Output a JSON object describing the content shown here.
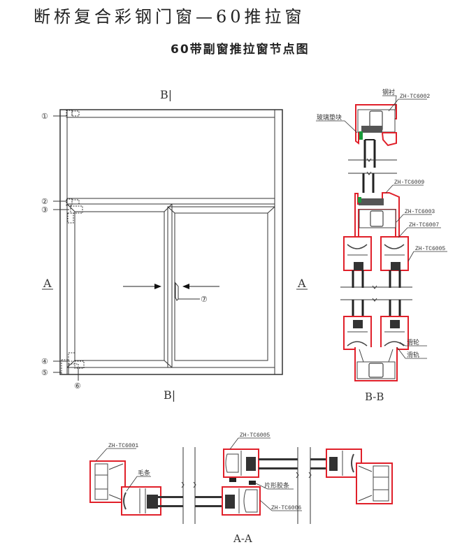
{
  "header": {
    "title": "断桥复合彩钢门窗—60推拉窗",
    "subtitle": "60带副窗推拉窗节点图"
  },
  "elevation": {
    "section_mark_top": "B|",
    "section_mark_bottom": "B|",
    "section_mark_left": "A",
    "section_mark_right": "A",
    "callouts": [
      "①",
      "②",
      "③",
      "④",
      "⑤",
      "⑥",
      "⑦"
    ]
  },
  "section_bb": {
    "caption": "B-B",
    "labels": {
      "steel_lining": "钢衬",
      "glass_block": "玻璃垫块",
      "profile_1": "ZH-TC6002",
      "profile_2": "ZH-TC6009",
      "profile_3": "ZH-TC6003",
      "profile_4": "ZH-TC6007",
      "profile_5": "ZH-TC6005",
      "pulley": "滑轮",
      "track": "滑轨"
    }
  },
  "section_aa": {
    "caption": "A-A",
    "labels": {
      "profile_1": "ZH-TC6001",
      "profile_2": "ZH-TC6005",
      "profile_3": "ZH-TC6006",
      "brush_strip": "毛条",
      "sheet_seal": "片形胶条"
    }
  },
  "colors": {
    "profile_outline": "#e0202a",
    "line": "#333333",
    "glass": "#3a3a3a",
    "gasket_green": "#1a9a3a"
  }
}
